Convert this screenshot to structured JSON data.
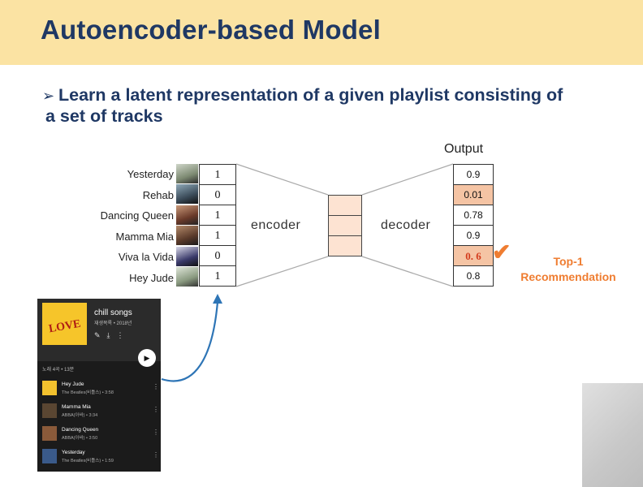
{
  "title": "Autoencoder-based Model",
  "bullet": {
    "arrow": "➢",
    "line1": "Learn a latent representation of a given playlist consisting of",
    "line2": "a set of tracks"
  },
  "diagram": {
    "tracks": [
      {
        "name": "Yesterday",
        "input": "1",
        "output": "0.9",
        "highlight": false
      },
      {
        "name": "Rehab",
        "input": "0",
        "output": "0.01",
        "highlight": true
      },
      {
        "name": "Dancing Queen",
        "input": "1",
        "output": "0.78",
        "highlight": false
      },
      {
        "name": "Mamma Mia",
        "input": "1",
        "output": "0.9",
        "highlight": false
      },
      {
        "name": "Viva la Vida",
        "input": "0",
        "output": "0. 6",
        "highlight": true
      },
      {
        "name": "Hey Jude",
        "input": "1",
        "output": "0.8",
        "highlight": false
      }
    ],
    "encoder_label": "encoder",
    "decoder_label": "decoder",
    "output_title": "Output",
    "recommendation": {
      "line1": "Top-1",
      "line2": "Recommendation"
    },
    "check_icon": "checkmark-icon"
  },
  "player": {
    "playlist_title": "chill songs",
    "playlist_sub": "재생목록 • 2018년",
    "cover_text": "LOVE",
    "count": "노래 4곡 • 13분",
    "icons": [
      "edit-icon",
      "download-icon",
      "more-icon",
      "play-icon"
    ],
    "tracks": [
      {
        "name": "Hey Jude",
        "sub": "The Beatles(비틀스) • 3:58",
        "color": "#f2c12e"
      },
      {
        "name": "Mamma Mia",
        "sub": "ABBA(아바) • 3:34",
        "color": "#5a4632"
      },
      {
        "name": "Dancing Queen",
        "sub": "ABBA(아바) • 3:50",
        "color": "#8a5a3a"
      },
      {
        "name": "Yesterday",
        "sub": "The Beatles(비틀스) • 1:59",
        "color": "#3a5a8a"
      }
    ]
  },
  "colors": {
    "header_bg": "#fbe3a3",
    "title": "#1f3864",
    "highlight": "#f5c4a4",
    "accent": "#ef7d31",
    "arrow": "#2e75b6"
  }
}
